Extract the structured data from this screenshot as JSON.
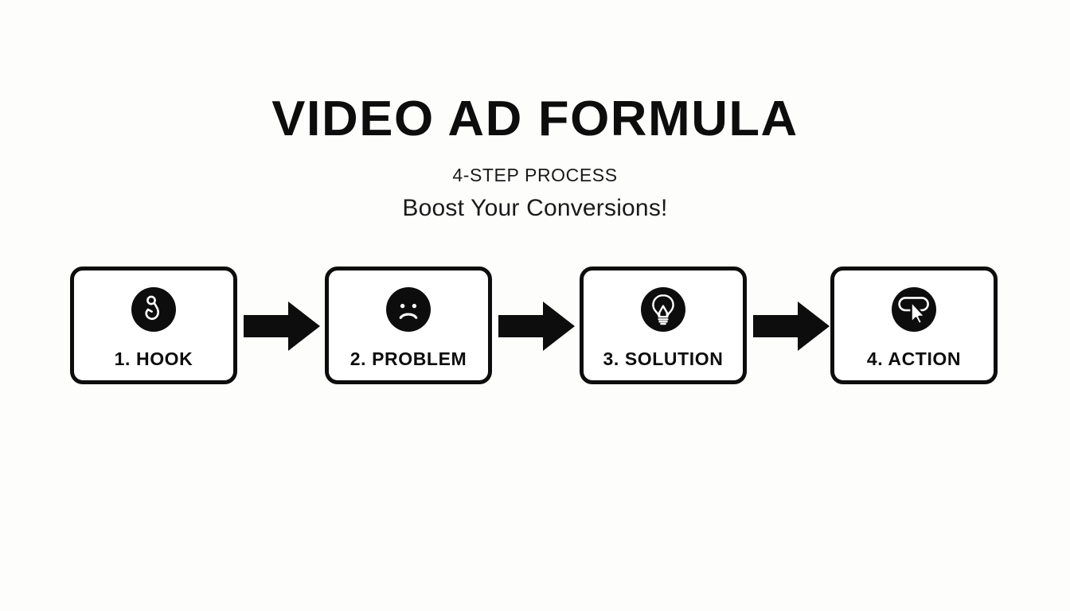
{
  "colors": {
    "background": "#fdfdfc",
    "ink": "#0d0d0d",
    "card_fill": "#ffffff"
  },
  "header": {
    "title": "VIDEO AD FORMULA",
    "subtitle": "4-STEP PROCESS",
    "tagline": "Boost Your Conversions!"
  },
  "steps": [
    {
      "label": "1. HOOK",
      "icon": "fish-hook-icon"
    },
    {
      "label": "2. PROBLEM",
      "icon": "sad-face-icon"
    },
    {
      "label": "3. SOLUTION",
      "icon": "lightbulb-icon"
    },
    {
      "label": "4. ACTION",
      "icon": "cursor-click-button-icon"
    }
  ],
  "connectors": [
    {
      "icon": "arrow-right-icon"
    },
    {
      "icon": "arrow-right-icon"
    },
    {
      "icon": "arrow-right-icon"
    }
  ]
}
